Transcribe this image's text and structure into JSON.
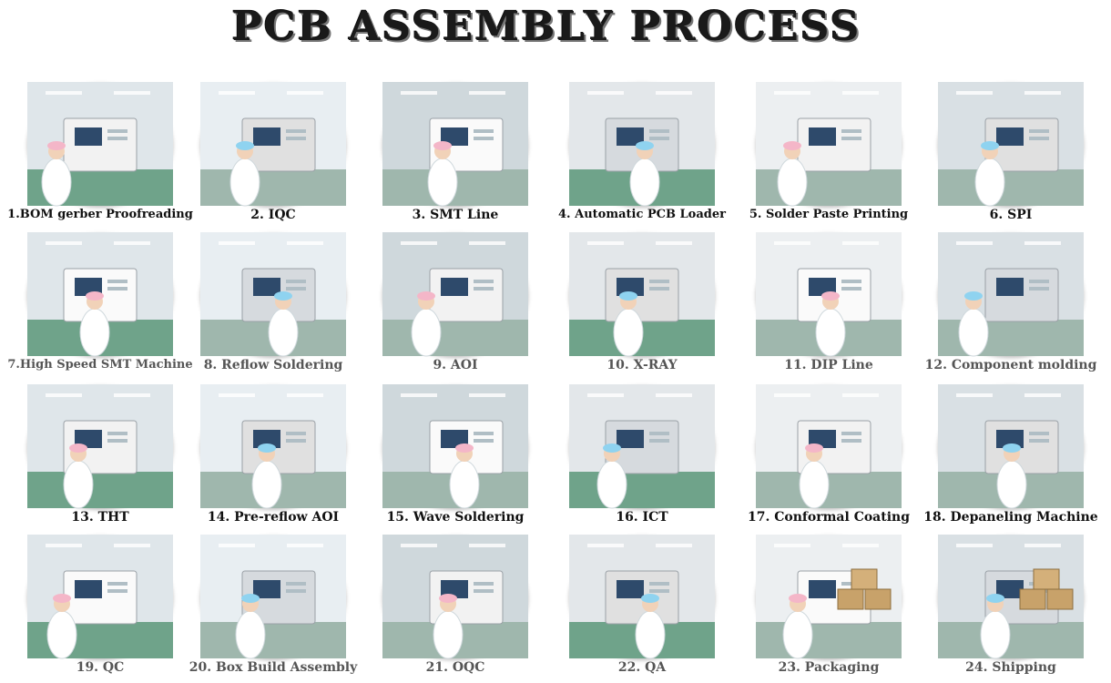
{
  "title": "PCB ASSEMBLY PROCESS",
  "steps": [
    {
      "label": "1.BOM gerber Proofreading"
    },
    {
      "label": "2. IQC"
    },
    {
      "label": "3. SMT Line"
    },
    {
      "label": "4.  Automatic PCB Loader"
    },
    {
      "label": "5. Solder Paste Printing"
    },
    {
      "label": "6. SPI"
    },
    {
      "label": "7.High Speed SMT Machine"
    },
    {
      "label": "8. Reflow Soldering"
    },
    {
      "label": "9. AOI"
    },
    {
      "label": "10. X-RAY"
    },
    {
      "label": "11. DIP Line"
    },
    {
      "label": "12. Component molding"
    },
    {
      "label": "13. THT"
    },
    {
      "label": "14.  Pre-reflow AOI"
    },
    {
      "label": "15. Wave Soldering"
    },
    {
      "label": "16. ICT"
    },
    {
      "label": "17.  Conformal Coating"
    },
    {
      "label": "18. Depaneling Machine"
    },
    {
      "label": "19. QC"
    },
    {
      "label": "20. Box Build Assembly"
    },
    {
      "label": "21. OQC"
    },
    {
      "label": "22. QA"
    },
    {
      "label": "23. Packaging"
    },
    {
      "label": "24. Shipping"
    }
  ]
}
